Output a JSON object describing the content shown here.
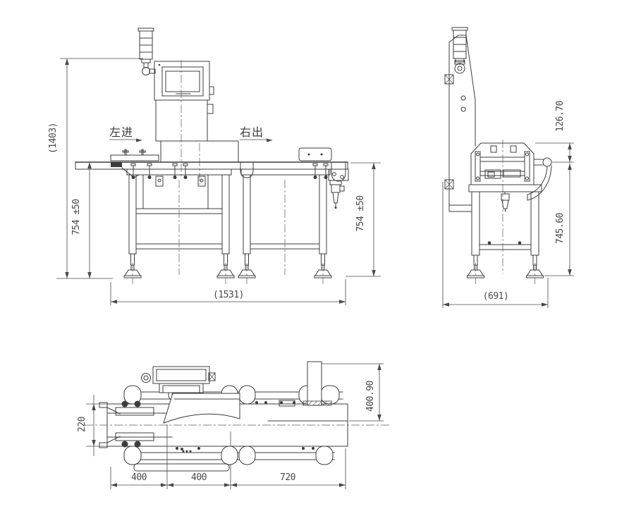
{
  "drawing": {
    "subject": "checkweigher three-view engineering drawing",
    "background": "#ffffff",
    "line_color": "#3c3c3c",
    "text_color": "#4a4a4a",
    "front_view": {
      "label_inlet": "左进",
      "label_outlet": "右出",
      "dim_total_height": "(1403)",
      "dim_belt_height_left": "754 ±50",
      "dim_belt_height_right": "754 ±50",
      "dim_total_length": "(1531)"
    },
    "side_view": {
      "dim_head_drop": "126.70",
      "dim_belt_height": "745.60",
      "dim_total_width": "(691)"
    },
    "top_view": {
      "dim_belt_width": "220",
      "dim_infeed_length": "400",
      "dim_weigh_length": "400",
      "dim_outfeed_length": "720",
      "dim_overall_width": "400.90"
    }
  }
}
